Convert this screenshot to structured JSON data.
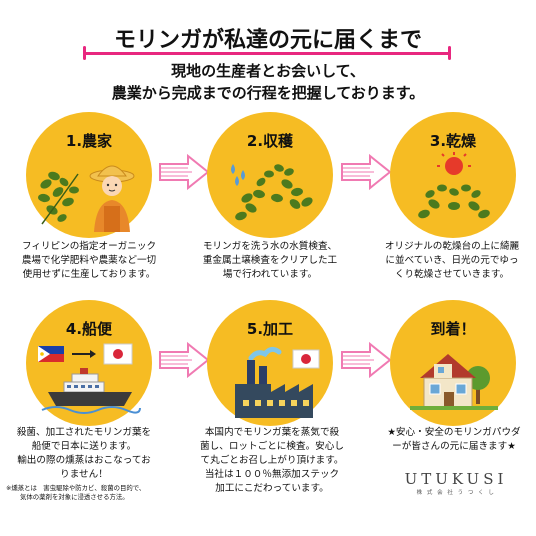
{
  "header": {
    "title": "モリンガが私達の元に届くまで",
    "intro_line1": "現地の生産者とお会いして、",
    "intro_line2": "農業から完成までの行程を把握しております。"
  },
  "steps": [
    {
      "title": "1.農家",
      "desc": [
        "フィリピンの指定オーガニック",
        "農場で化学肥料や農薬など一切",
        "使用せずに生産しております。"
      ]
    },
    {
      "title": "2.収穫",
      "desc": [
        "モリンガを洗う水の水質検査、",
        "重金属土壌検査をクリアした工",
        "場で行われています。"
      ]
    },
    {
      "title": "3.乾燥",
      "desc": [
        "オリジナルの乾燥台の上に綺麗",
        "に並べていき、日光の元でゆっ",
        "くり乾燥させていきます。"
      ]
    },
    {
      "title": "4.船便",
      "desc": [
        "殺菌、加工されたモリンガ葉を",
        "船便で日本に送ります。",
        "輸出の際の燻蒸はおこなってお",
        "りません！"
      ],
      "note": [
        "※燻蒸とは　害虫駆除や防カビ、殺菌の目的で、",
        "気体の薬剤を対象に浸透させる方法。"
      ]
    },
    {
      "title": "5.加工",
      "desc": [
        "本国内でモリンガ葉を蒸気で殺",
        "菌し、ロットごとに検査。安心し",
        "て丸ごとお召し上がり頂けます。",
        "当社は１００％無添加ステック",
        "加工にこだわっています。"
      ]
    },
    {
      "title": "到着！",
      "desc": [
        "★安心・安全のモリンガパウダ",
        "ーが皆さんの元に届きます★"
      ]
    }
  ],
  "brand": {
    "name": "UTUKUSI",
    "subtitle": "株 式 会 社 う つ く し"
  },
  "colors": {
    "accent": "#e8277f",
    "circle": "#f6bc23",
    "arrow": "#f07ab2"
  }
}
